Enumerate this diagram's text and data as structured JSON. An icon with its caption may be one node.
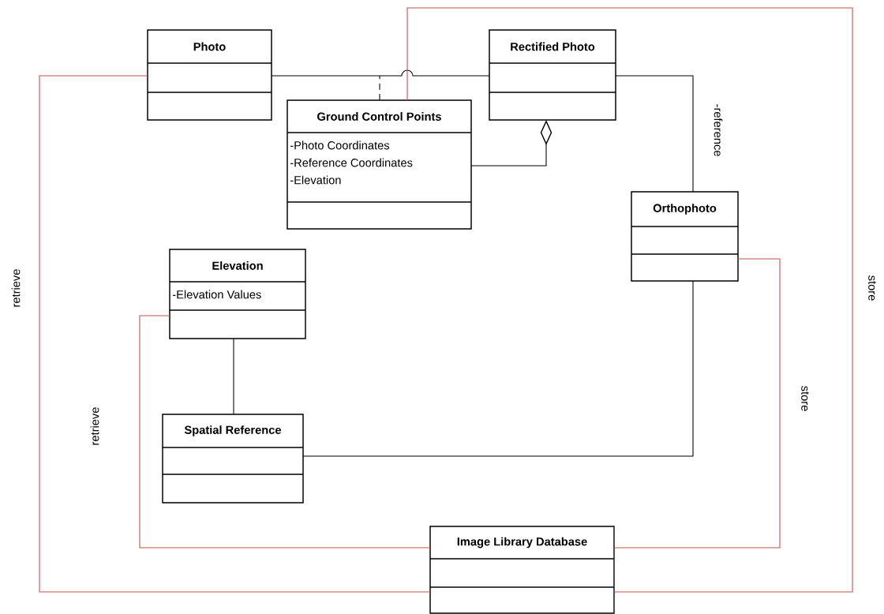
{
  "diagram": {
    "nodes": [
      {
        "text": [
          "Photo"
        ]
      },
      {
        "text": [
          "Rectified Photo"
        ]
      },
      {
        "text": [
          "Ground Control Points",
          "-Photo Coordinates",
          "-Reference Coordinates",
          "-Elevation"
        ]
      },
      {
        "text": [
          "Orthophoto"
        ]
      },
      {
        "text": [
          "Elevation",
          "-Elevation Values"
        ]
      },
      {
        "text": [
          "Spatial Reference"
        ]
      },
      {
        "text": [
          "Image Library Database"
        ]
      }
    ],
    "edges": [
      {
        "from": 0,
        "to": 1,
        "arrow": "none"
      },
      {
        "from": 2,
        "to": null,
        "arrow": "none",
        "style": "dashed"
      },
      {
        "from": 2,
        "to": 1,
        "arrow": "other"
      },
      {
        "from": 1,
        "to": 3,
        "arrow": "none",
        "label": "-reference"
      },
      {
        "from": 4,
        "to": 5,
        "arrow": "none"
      },
      {
        "from": 5,
        "to": 3,
        "arrow": "none"
      },
      {
        "from": 0,
        "to": 6,
        "arrow": "none",
        "label": "retrieve",
        "color": "#c0504d"
      },
      {
        "from": 4,
        "to": 6,
        "arrow": "none",
        "label": "retrieve",
        "color": "#c0504d"
      },
      {
        "from": 6,
        "to": 3,
        "arrow": "none",
        "label": "store",
        "color": "#c0504d"
      },
      {
        "from": 6,
        "to": 2,
        "arrow": "none",
        "label": "store",
        "color": "#c0504d"
      }
    ]
  }
}
